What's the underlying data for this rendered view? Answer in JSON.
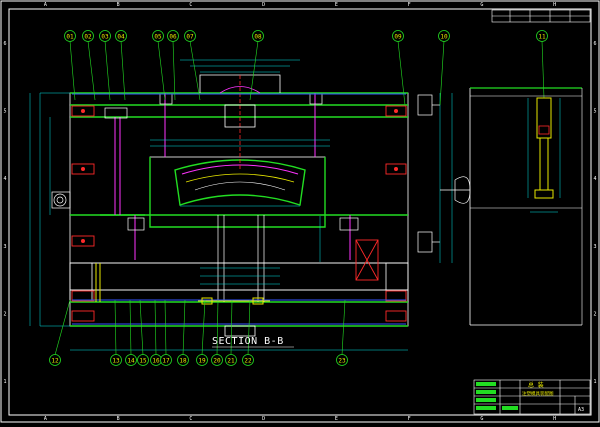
{
  "colors": {
    "background": "#000000",
    "frame": "#ffffff",
    "outline": "#ffffff",
    "dimension": "#00e5e5",
    "green": "#22dd22",
    "yellow": "#e8e800",
    "red": "#ff2a2a",
    "magenta": "#ff33ff",
    "blue": "#3355ff",
    "orange": "#ff9900"
  },
  "border": {
    "columns": [
      "A",
      "B",
      "C",
      "D",
      "E",
      "F",
      "G",
      "H"
    ],
    "rows": [
      "6",
      "5",
      "4",
      "3",
      "2",
      "1"
    ]
  },
  "section_label": "SECTION B-B",
  "balloons_top": [
    "01",
    "02",
    "03",
    "04",
    "05",
    "06",
    "07",
    "08"
  ],
  "balloons_top_right": [
    "09",
    "10"
  ],
  "balloon_side_view": "11",
  "balloons_bottom": [
    "12",
    "13",
    "14",
    "15",
    "16",
    "17",
    "18",
    "19",
    "20",
    "21",
    "22",
    "23"
  ],
  "title_block": {
    "title": "总 装",
    "subtitle": "注塑模具装配图",
    "code": "A3"
  }
}
